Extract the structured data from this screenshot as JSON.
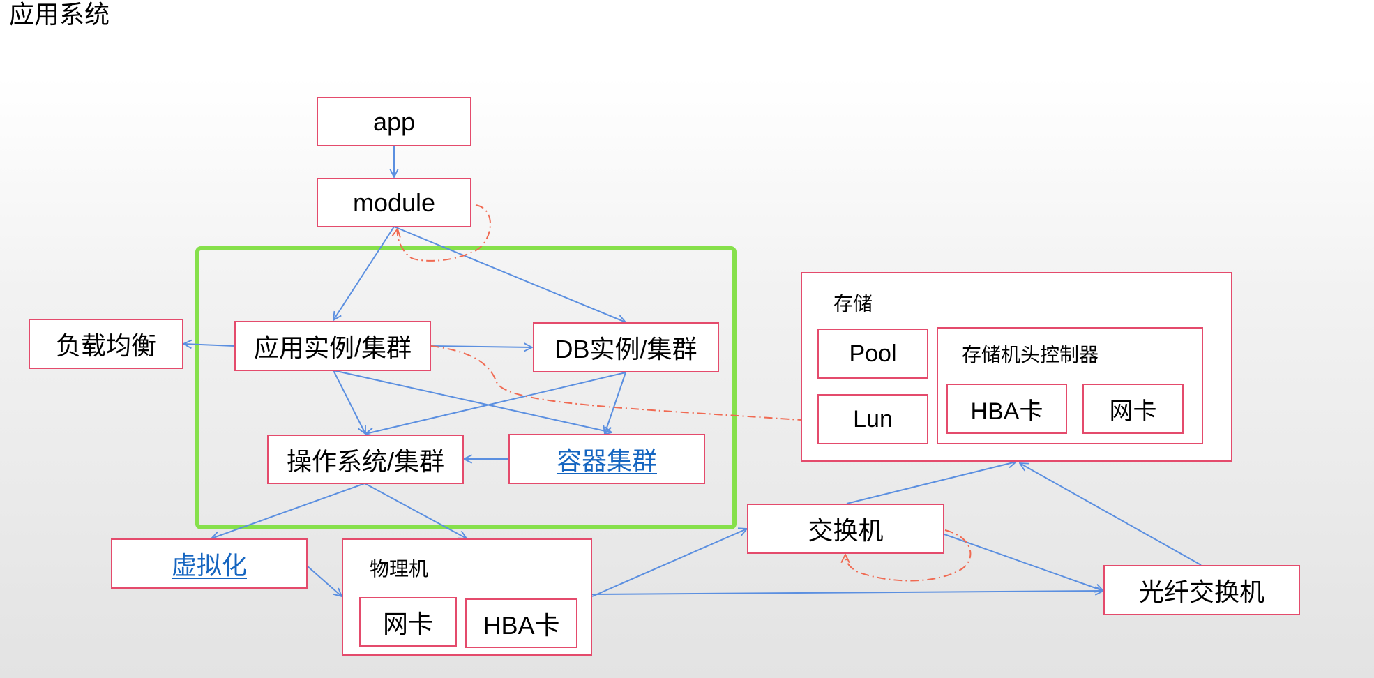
{
  "title": "应用系统",
  "nodes": {
    "app": "app",
    "module": "module",
    "app_instance": "应用实例/集群",
    "db_instance": "DB实例/集群",
    "load_balancer": "负载均衡",
    "os_cluster": "操作系统/集群",
    "container_cluster": "容器集群",
    "virtualization": "虚拟化",
    "physical_machine": {
      "label": "物理机",
      "nic": "网卡",
      "hba": "HBA卡"
    },
    "switch": "交换机",
    "fc_switch": "光纤交换机",
    "storage": {
      "label": "存储",
      "pool": "Pool",
      "lun": "Lun",
      "controller": {
        "label": "存储机头控制器",
        "hba": "HBA卡",
        "nic": "网卡"
      }
    }
  },
  "colors": {
    "box_border": "#e44b6c",
    "arrow": "#5b8fe0",
    "dashed_arrow": "#f06a52",
    "cluster_frame": "#86e04b",
    "link_text": "#1565c0"
  }
}
